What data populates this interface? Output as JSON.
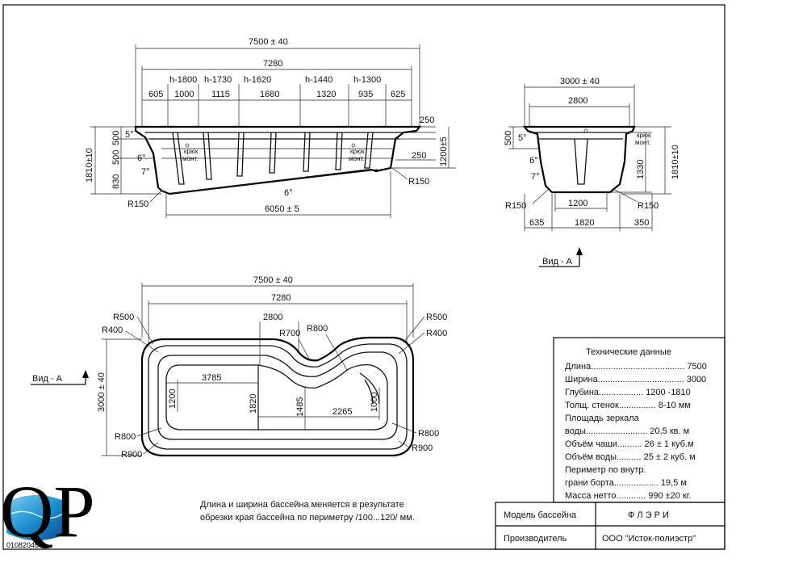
{
  "side_view": {
    "total_length": "7500 ± 40",
    "inner_length": "7280",
    "depths": [
      "h-1800",
      "h-1730",
      "h-1620",
      "h-1440",
      "h-1300"
    ],
    "segments": [
      "605",
      "1000",
      "1115",
      "1680",
      "1320",
      "935",
      "625"
    ],
    "heights_left": [
      "500",
      "500",
      "830"
    ],
    "total_height": "1810±10",
    "angles": [
      "5°",
      "6°",
      "7°",
      "6°"
    ],
    "hook_text": [
      "крюк",
      "монт."
    ],
    "right_dims": [
      "250",
      "250",
      "1200±5"
    ],
    "radius_right": "R150",
    "radius_left": "R150",
    "bottom_length": "6050 ± 5"
  },
  "section_view": {
    "total_width": "3000 ± 40",
    "inner_width": "2800",
    "left_height": "500",
    "angles": [
      "5°",
      "6°",
      "7°"
    ],
    "hook_text": [
      "крюк",
      "монт."
    ],
    "depth": "1330",
    "total_height": "1810±10",
    "radius_left": "R150",
    "radius_right": "R150",
    "bottom_width": "1200",
    "bottom_dims": [
      "635",
      "1820",
      "350"
    ],
    "view_label": "Вид - А"
  },
  "plan_view": {
    "total_length": "7500 ± 40",
    "inner_length": "7280",
    "radii": [
      "R500",
      "R400",
      "R500",
      "R400",
      "R700",
      "R800",
      "R800",
      "R900",
      "R800",
      "R900"
    ],
    "offset": "2800",
    "inner_dims": [
      "3785",
      "1200",
      "1820",
      "1485",
      "2265",
      "1000"
    ],
    "width": "3000 ± 40",
    "view_label": "Вид - А"
  },
  "note": {
    "line1": "Длина и ширина бассейна меняется в результате",
    "line2": "обрезки края бассейна по периметру  /100...120/ мм."
  },
  "tech": {
    "title": "Технические данные",
    "rows": [
      "Длина...................................... 7500",
      "Ширина................................... 3000",
      "Глубина.................. 1200 -1810",
      "Толщ. стенок............... 8-10 мм",
      "Площадь зеркала",
      "воды......................... 20,5 кв. м",
      "Объём чаши.......... 26 ± 1 куб.м",
      "Объём воды.......... 25 ± 2 куб. м",
      "Периметр по внутр.",
      "грани борта.................. 19,5 м",
      "Масса нетто............ 990 ±20 кг."
    ]
  },
  "title_block": {
    "model_label": "Модель бассейна",
    "model_value": "Ф Л Э Р И",
    "maker_label": "Производитель",
    "maker_value": "ООО \"Исток-полиэстр\""
  },
  "logo": {
    "letters": "QP",
    "code": "01082046"
  }
}
